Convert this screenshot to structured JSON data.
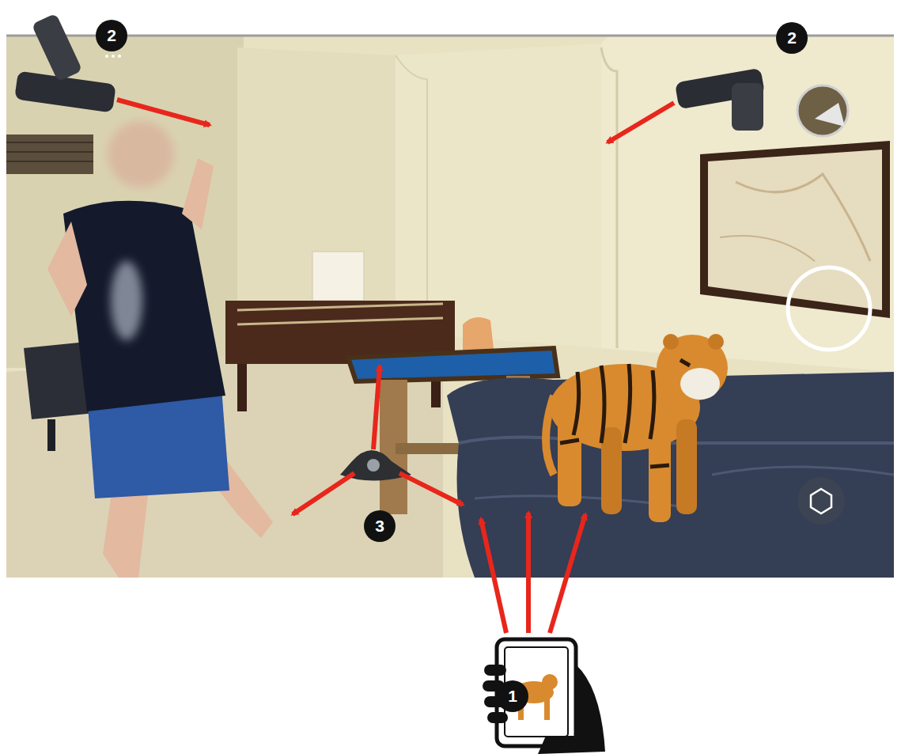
{
  "diagram": {
    "labels": [
      "2",
      "2",
      "3",
      "1"
    ]
  }
}
